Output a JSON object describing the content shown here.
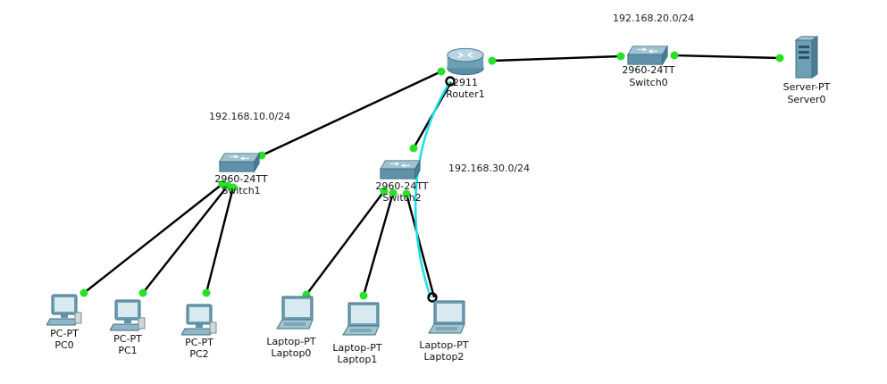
{
  "networks": [
    {
      "id": "net20",
      "label": "192.168.20.0/24"
    },
    {
      "id": "net10",
      "label": "192.168.10.0/24"
    },
    {
      "id": "net30",
      "label": "192.168.30.0/24"
    }
  ],
  "devices": [
    {
      "id": "router1",
      "type": "router",
      "model": "2911",
      "name": "Router1"
    },
    {
      "id": "switch0",
      "type": "switch",
      "model": "2960-24TT",
      "name": "Switch0"
    },
    {
      "id": "server0",
      "type": "server",
      "model": "Server-PT",
      "name": "Server0"
    },
    {
      "id": "switch1",
      "type": "switch",
      "model": "2960-24TT",
      "name": "Switch1"
    },
    {
      "id": "switch2",
      "type": "switch",
      "model": "2960-24TT",
      "name": "Switch2"
    },
    {
      "id": "pc0",
      "type": "pc",
      "model": "PC-PT",
      "name": "PC0"
    },
    {
      "id": "pc1",
      "type": "pc",
      "model": "PC-PT",
      "name": "PC1"
    },
    {
      "id": "pc2",
      "type": "pc",
      "model": "PC-PT",
      "name": "PC2"
    },
    {
      "id": "laptop0",
      "type": "laptop",
      "model": "Laptop-PT",
      "name": "Laptop0"
    },
    {
      "id": "laptop1",
      "type": "laptop",
      "model": "Laptop-PT",
      "name": "Laptop1"
    },
    {
      "id": "laptop2",
      "type": "laptop",
      "model": "Laptop-PT",
      "name": "Laptop2"
    }
  ],
  "links": [
    {
      "from": "router1",
      "to": "switch0",
      "kind": "straight"
    },
    {
      "from": "switch0",
      "to": "server0",
      "kind": "straight"
    },
    {
      "from": "router1",
      "to": "switch1",
      "kind": "straight"
    },
    {
      "from": "router1",
      "to": "switch2",
      "kind": "straight"
    },
    {
      "from": "switch1",
      "to": "pc0",
      "kind": "straight"
    },
    {
      "from": "switch1",
      "to": "pc1",
      "kind": "straight"
    },
    {
      "from": "switch1",
      "to": "pc2",
      "kind": "straight"
    },
    {
      "from": "switch2",
      "to": "laptop0",
      "kind": "straight"
    },
    {
      "from": "switch2",
      "to": "laptop1",
      "kind": "straight"
    },
    {
      "from": "switch2",
      "to": "laptop2",
      "kind": "straight"
    },
    {
      "from": "router1",
      "to": "laptop2",
      "kind": "console"
    }
  ],
  "colors": {
    "port_up": "#27e027",
    "console": "#22e0e6",
    "link": "#000000"
  }
}
